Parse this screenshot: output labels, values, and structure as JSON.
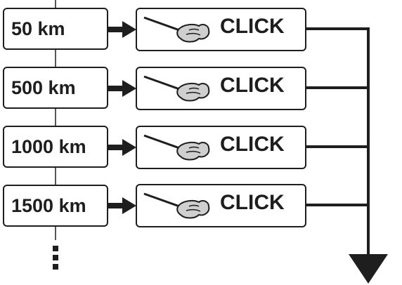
{
  "rows": [
    {
      "distance_label": "50 km",
      "action_label": "CLICK",
      "icon": "key-tool-icon"
    },
    {
      "distance_label": "500 km",
      "action_label": "CLICK",
      "icon": "key-tool-icon"
    },
    {
      "distance_label": "1000 km",
      "action_label": "CLICK",
      "icon": "key-tool-icon"
    },
    {
      "distance_label": "1500 km",
      "action_label": "CLICK",
      "icon": "key-tool-icon"
    }
  ],
  "colors": {
    "stroke": "#1e1e1e",
    "key_fill": "#cfcfcf",
    "background": "#ffffff"
  }
}
